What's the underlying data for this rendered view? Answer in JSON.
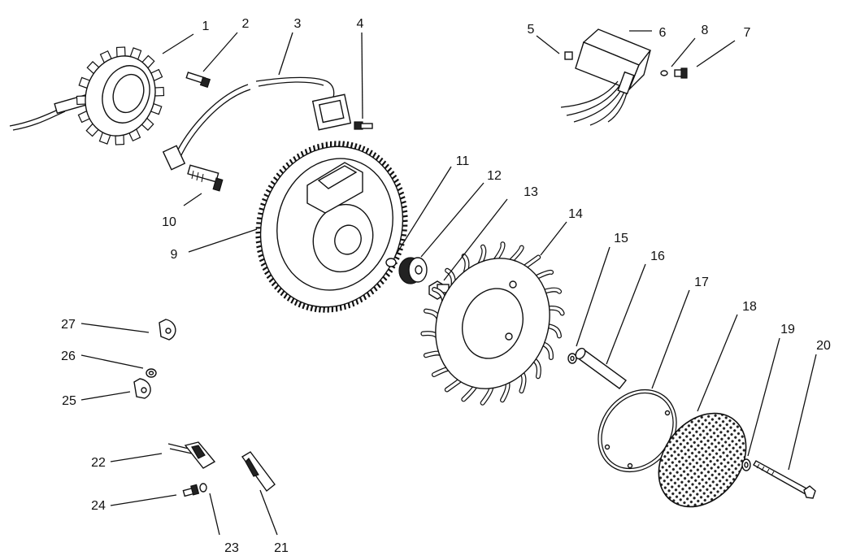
{
  "diagram": {
    "callouts": [
      {
        "id": "1",
        "text": "1"
      },
      {
        "id": "2",
        "text": "2"
      },
      {
        "id": "3",
        "text": "3"
      },
      {
        "id": "4",
        "text": "4"
      },
      {
        "id": "5",
        "text": "5"
      },
      {
        "id": "6",
        "text": "6"
      },
      {
        "id": "7",
        "text": "7"
      },
      {
        "id": "8",
        "text": "8"
      },
      {
        "id": "9",
        "text": "9"
      },
      {
        "id": "10",
        "text": "10"
      },
      {
        "id": "11",
        "text": "11"
      },
      {
        "id": "12",
        "text": "12"
      },
      {
        "id": "13",
        "text": "13"
      },
      {
        "id": "14",
        "text": "14"
      },
      {
        "id": "15",
        "text": "15"
      },
      {
        "id": "16",
        "text": "16"
      },
      {
        "id": "17",
        "text": "17"
      },
      {
        "id": "18",
        "text": "18"
      },
      {
        "id": "19",
        "text": "19"
      },
      {
        "id": "20",
        "text": "20"
      },
      {
        "id": "21",
        "text": "21"
      },
      {
        "id": "22",
        "text": "22"
      },
      {
        "id": "23",
        "text": "23"
      },
      {
        "id": "24",
        "text": "24"
      },
      {
        "id": "25",
        "text": "25"
      },
      {
        "id": "26",
        "text": "26"
      },
      {
        "id": "27",
        "text": "27"
      }
    ]
  }
}
